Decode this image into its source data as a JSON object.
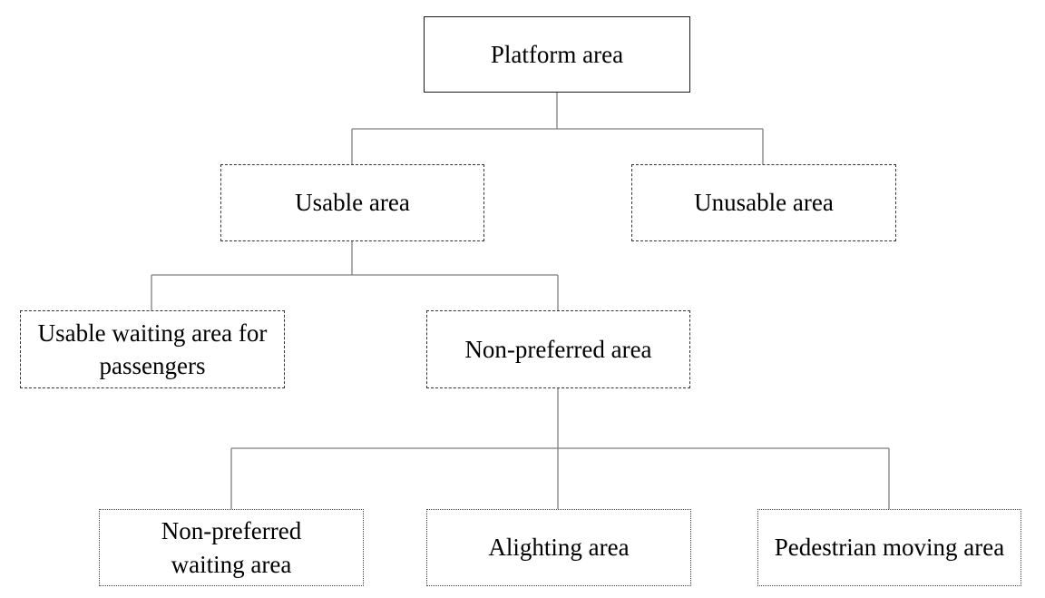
{
  "nodes": {
    "platform_area": "Platform area",
    "usable_area": "Usable area",
    "unusable_area": "Unusable area",
    "usable_waiting_area": "Usable waiting area for passengers",
    "non_preferred_area": "Non-preferred area",
    "non_preferred_waiting_area": "Non-preferred waiting area",
    "alighting_area": "Alighting area",
    "pedestrian_moving_area": "Pedestrian moving area"
  },
  "colors": {
    "line": "#7f7f7f",
    "border": "#1a1a1a"
  }
}
